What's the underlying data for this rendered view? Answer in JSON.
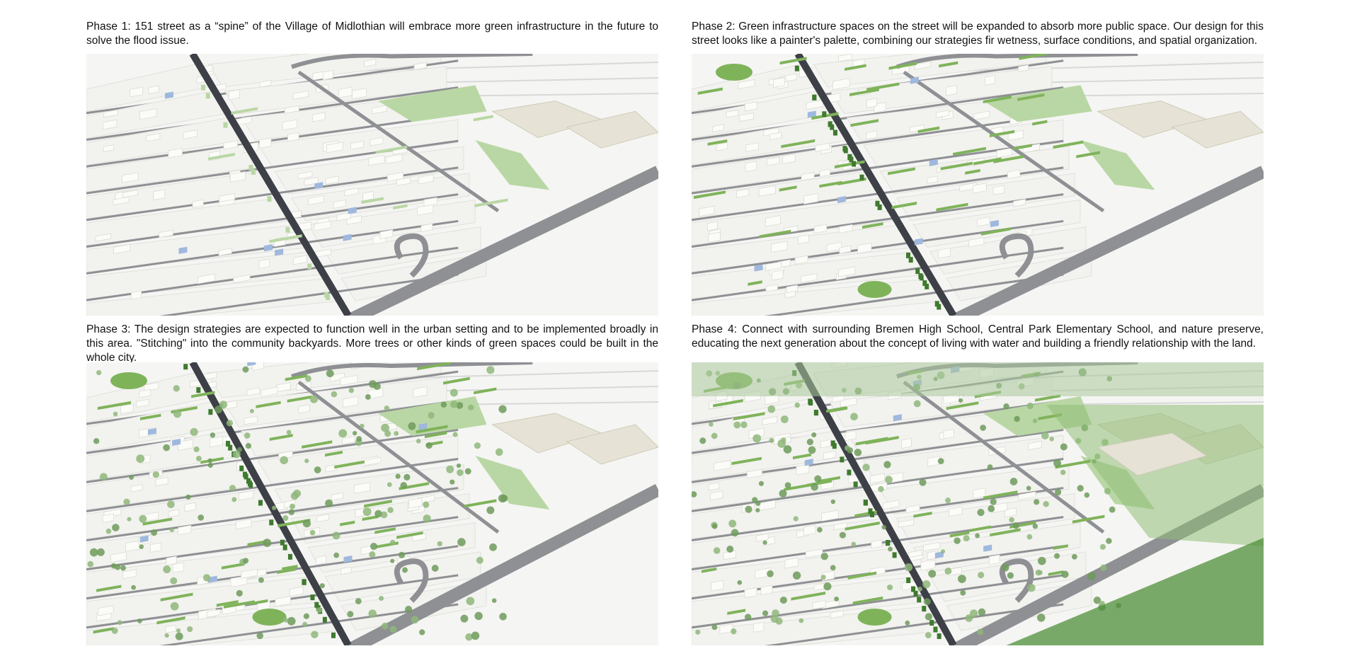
{
  "panels": [
    {
      "phase": 1,
      "caption": "Phase 1: 151 street as a “spine” of the Village of Midlothian will embrace more green infrastructure in the future to solve the flood issue.",
      "map_description": "Aerial axonometric of neighborhood with sparse green infrastructure"
    },
    {
      "phase": 2,
      "caption": "Phase 2: Green infrastructure spaces on the street will be expanded to absorb more public space. Our design for this street looks like a painter's palette, combining our strategies fir wetness, surface conditions, and spatial organization.",
      "map_description": "Aerial axonometric with expanded green strips along street"
    },
    {
      "phase": 3,
      "caption": "Phase 3: The design strategies are expected to function well in the urban setting and to be implemented broadly in this area. \"Stitching\" into the community backyards. More trees or other kinds of green spaces could be built in the whole city.",
      "map_description": "Aerial axonometric with trees spread through backyards"
    },
    {
      "phase": 4,
      "caption": "Phase 4: Connect with surrounding Bremen High School, Central Park Elementary School, and nature preserve, educating the next generation about the concept of living with water and building a friendly relationship with the land.",
      "map_description": "Aerial axonometric connected with schools and nature preserve"
    }
  ],
  "colors": {
    "background": "#ffffff",
    "road": "#8e9094",
    "spine": "#3d4046",
    "block": "#f2f2ef",
    "building": "#e6e3d6",
    "green_light": "#b9d7a4",
    "green_mid": "#7fb35a",
    "green_dark": "#3f7a2e",
    "blue_roof": "#9fb8dd",
    "nature": "#a9c99a"
  }
}
